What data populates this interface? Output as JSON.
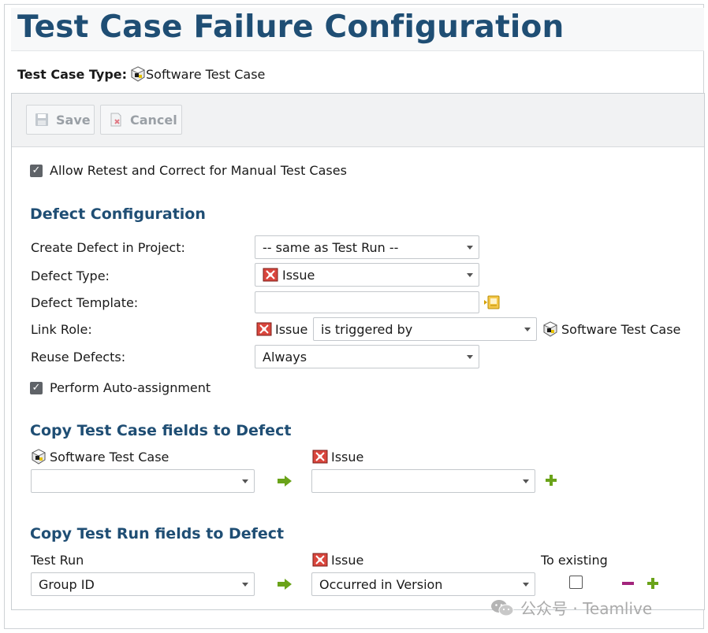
{
  "page": {
    "title": "Test Case Failure Configuration"
  },
  "test_case_type": {
    "label": "Test Case Type:",
    "value": "Software Test Case",
    "icon": "test-case-icon"
  },
  "toolbar": {
    "save_label": "Save",
    "cancel_label": "Cancel",
    "save_icon": "floppy-disk-icon",
    "cancel_icon": "cancel-doc-icon"
  },
  "allow_retest": {
    "label": "Allow Retest and Correct for Manual Test Cases",
    "checked": true
  },
  "defect_config": {
    "title": "Defect Configuration",
    "create_in_project": {
      "label": "Create Defect in Project:",
      "value": "-- same as Test Run --"
    },
    "defect_type": {
      "label": "Defect Type:",
      "value": "Issue",
      "icon": "issue-icon"
    },
    "defect_template": {
      "label": "Defect Template:",
      "value": "",
      "picker_icon": "template-picker-icon"
    },
    "link_role": {
      "label": "Link Role:",
      "from": "Issue",
      "value": "is triggered by",
      "to": "Software Test Case"
    },
    "reuse_defects": {
      "label": "Reuse Defects:",
      "value": "Always"
    },
    "auto_assign": {
      "label": "Perform Auto-assignment",
      "checked": true
    }
  },
  "copy_test_case": {
    "title": "Copy Test Case fields to Defect",
    "source_header": "Software Test Case",
    "target_header": "Issue",
    "source_value": "",
    "target_value": ""
  },
  "copy_test_run": {
    "title": "Copy Test Run fields to Defect",
    "source_header": "Test Run",
    "target_header": "Issue",
    "to_existing_header": "To existing",
    "source_value": "Group ID",
    "target_value": "Occurred in Version",
    "to_existing_checked": false
  },
  "watermark": {
    "text": "公众号 · Teamlive"
  },
  "colors": {
    "title": "#1f4e74",
    "plus": "#6aa319",
    "minus": "#a3247c",
    "arrow": "#6aa319"
  }
}
